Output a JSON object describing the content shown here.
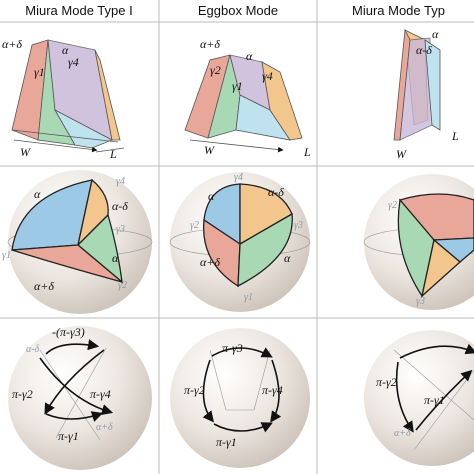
{
  "headers": [
    "Miura Mode Type I",
    "Eggbox Mode",
    "Miura Mode Typ"
  ],
  "col1": {
    "row1": {
      "a_plus_d": "α+δ",
      "alpha": "α",
      "gamma1": "γ1",
      "gamma4": "γ4",
      "W": "W",
      "L": "L"
    },
    "row2": {
      "alpha": "α",
      "a_minus_d": "α-δ",
      "gamma4": "γ4",
      "gamma3": "γ3",
      "gamma1": "γ1",
      "gamma2": "γ2",
      "a_plus_d": "α+δ",
      "alpha2": "α"
    },
    "row3": {
      "pi_g3": "-(π-γ3)",
      "a_minus_d": "α-δ",
      "pi_g2": "π-γ2",
      "pi_g4": "π-γ4",
      "pi_g1": "π-γ1",
      "a_plus_d": "α+δ"
    }
  },
  "col2": {
    "row1": {
      "a_plus_d": "α+δ",
      "alpha": "α",
      "gamma2": "γ2",
      "gamma1": "γ1",
      "gamma4": "γ4",
      "W": "W",
      "L": "L"
    },
    "row2": {
      "gamma4": "γ4",
      "alpha": "α",
      "a_minus_d": "α-δ",
      "gamma2": "γ2",
      "gamma3": "γ3",
      "a_plus_d": "α+δ",
      "alpha2": "α",
      "gamma1": "γ1"
    },
    "row3": {
      "pi_g3": "π-γ3",
      "pi_g2": "π-γ2",
      "pi_g4": "π-γ4",
      "pi_g1": "π-γ1"
    }
  },
  "col3": {
    "row1": {
      "alpha": "α",
      "a_minus_d": "α-δ",
      "W": "W",
      "L": "L"
    },
    "row2": {
      "gamma2": "γ2",
      "gamma3": "γ3"
    },
    "row3": {
      "pi_g2": "π-γ2",
      "pi_g1": "π-γ1",
      "a_plus_d": "α+δ"
    }
  }
}
